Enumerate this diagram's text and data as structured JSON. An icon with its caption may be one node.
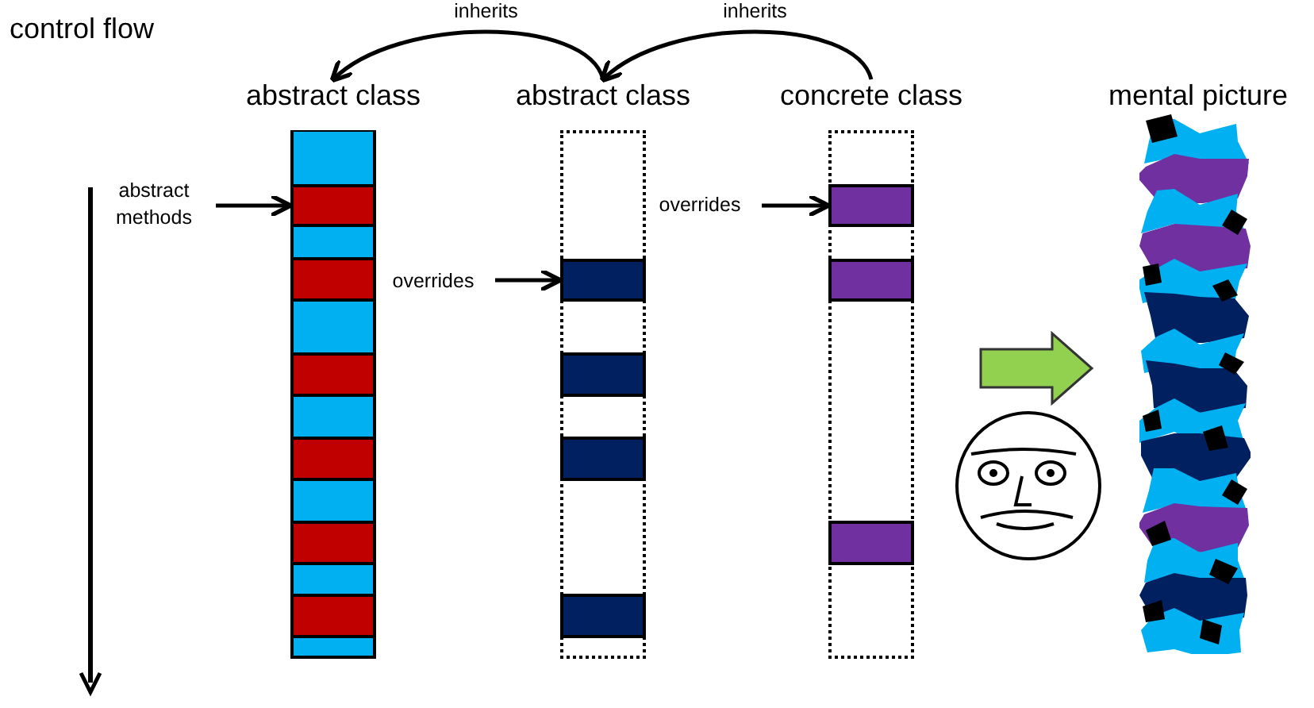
{
  "diagram": {
    "nodes": [
      {
        "text": [
          "abstract class"
        ]
      },
      {
        "text": [
          "abstract class"
        ]
      },
      {
        "text": [
          "concrete class"
        ]
      },
      {
        "text": [
          "mental picture"
        ]
      },
      {
        "text": [
          "abstract methods"
        ]
      },
      {
        "text": [
          "overrides"
        ]
      },
      {
        "text": [
          "overrides"
        ]
      },
      {
        "text": [],
        "shape": "box",
        "in": 0
      },
      {
        "text": [],
        "shape": "box",
        "in": 0
      },
      {
        "text": [],
        "shape": "box",
        "in": 0
      },
      {
        "text": [],
        "shape": "box",
        "in": 0
      },
      {
        "text": [],
        "shape": "box",
        "in": 0
      },
      {
        "text": [],
        "shape": "box",
        "in": 0
      },
      {
        "text": [],
        "shape": "box",
        "in": 1
      },
      {
        "text": [],
        "shape": "box",
        "in": 1
      },
      {
        "text": [],
        "shape": "box",
        "in": 1
      },
      {
        "text": [],
        "shape": "box",
        "in": 1
      },
      {
        "text": [],
        "shape": "box",
        "in": 2
      },
      {
        "text": [],
        "shape": "box",
        "in": 2
      },
      {
        "text": [],
        "shape": "box",
        "in": 2
      }
    ],
    "edges": [
      {
        "from": 1,
        "to": 0,
        "arrow": "to",
        "label": "inherits"
      },
      {
        "from": 2,
        "to": 1,
        "arrow": "to",
        "label": "inherits"
      },
      {
        "from": 4,
        "to": 7,
        "arrow": "to"
      },
      {
        "from": 5,
        "to": 13,
        "arrow": "to"
      },
      {
        "from": 6,
        "to": 17,
        "arrow": "to"
      },
      {
        "from": 2,
        "to": 3,
        "arrow": "to",
        "style": "thick",
        "color": "#92d050"
      }
    ],
    "labels": [
      "control flow"
    ]
  }
}
